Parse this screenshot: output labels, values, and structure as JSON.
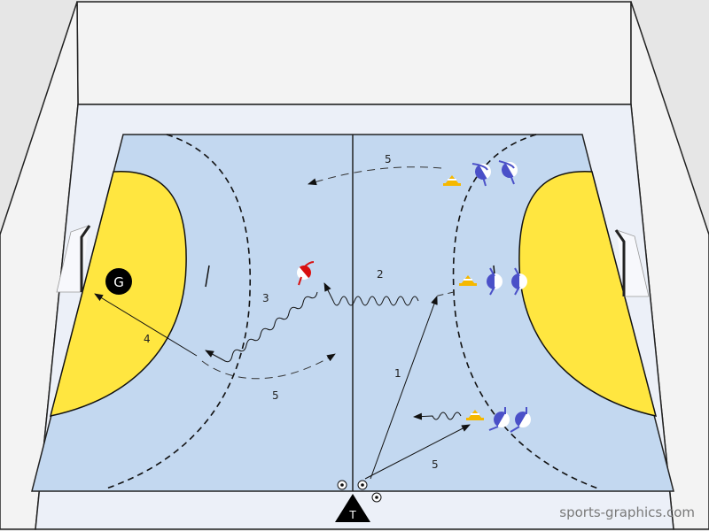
{
  "diagram": {
    "type": "handball-drill",
    "colors": {
      "wall_back": "#f3f3f3",
      "wall_side": "#e6e6e6",
      "floor_border": "#ecf0f8",
      "court": "#c3d8f0",
      "goal_area": "#ffe640",
      "attacker": "#d81010",
      "defender": "#4a50c8",
      "cone": "#f5b800",
      "line": "#111111"
    },
    "labels": {
      "goalkeeper": "G",
      "trainer": "T",
      "watermark": "sports-graphics.com"
    },
    "steps": [
      {
        "num": "1",
        "desc": "pass from trainer"
      },
      {
        "num": "2",
        "desc": "dribble"
      },
      {
        "num": "3",
        "desc": "dribble"
      },
      {
        "num": "4",
        "desc": "shot on goal"
      },
      {
        "num": "5",
        "desc": "run"
      },
      {
        "num": "5",
        "desc": "run"
      },
      {
        "num": "5",
        "desc": "pass"
      }
    ],
    "step_labels": {
      "s1": "1",
      "s2": "2",
      "s3": "3",
      "s4": "4",
      "s5a": "5",
      "s5b": "5",
      "s5c": "5"
    }
  }
}
